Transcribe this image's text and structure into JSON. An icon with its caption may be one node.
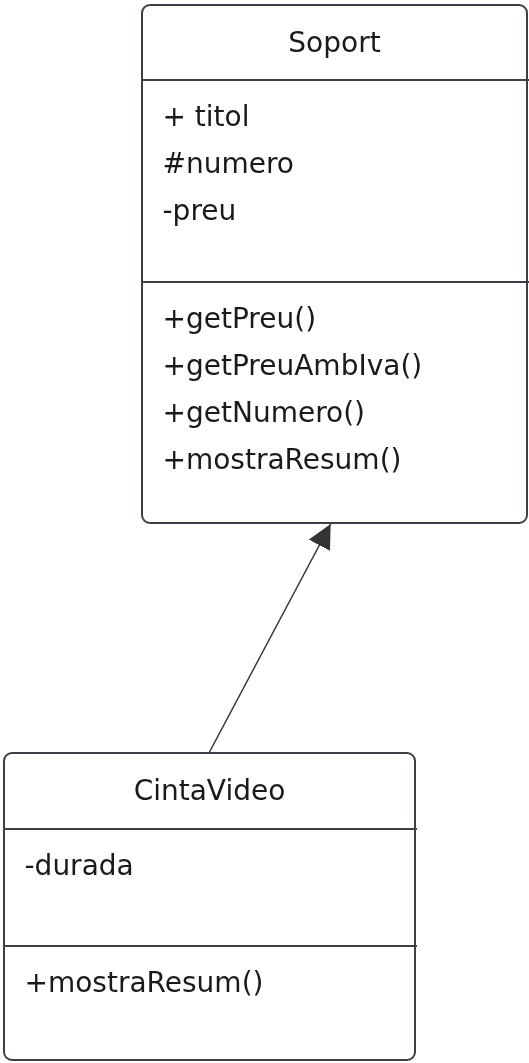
{
  "diagram": {
    "nodes": [
      {
        "text": [
          "Soport"
        ]
      },
      {
        "text": [
          "+ titol",
          "#numero",
          "-preu"
        ],
        "in": 0
      },
      {
        "text": [
          "+getPreu()",
          "+getPreuAmbIva()",
          "+getNumero()",
          "+mostraResum()"
        ],
        "in": 0
      },
      {
        "text": [
          "CintaVideo"
        ]
      },
      {
        "text": [
          "-durada"
        ],
        "in": 3
      },
      {
        "text": [
          "+mostraResum()"
        ],
        "in": 3
      }
    ],
    "edges": [
      {
        "from": 3,
        "to": 0,
        "arrow": "to"
      }
    ]
  }
}
